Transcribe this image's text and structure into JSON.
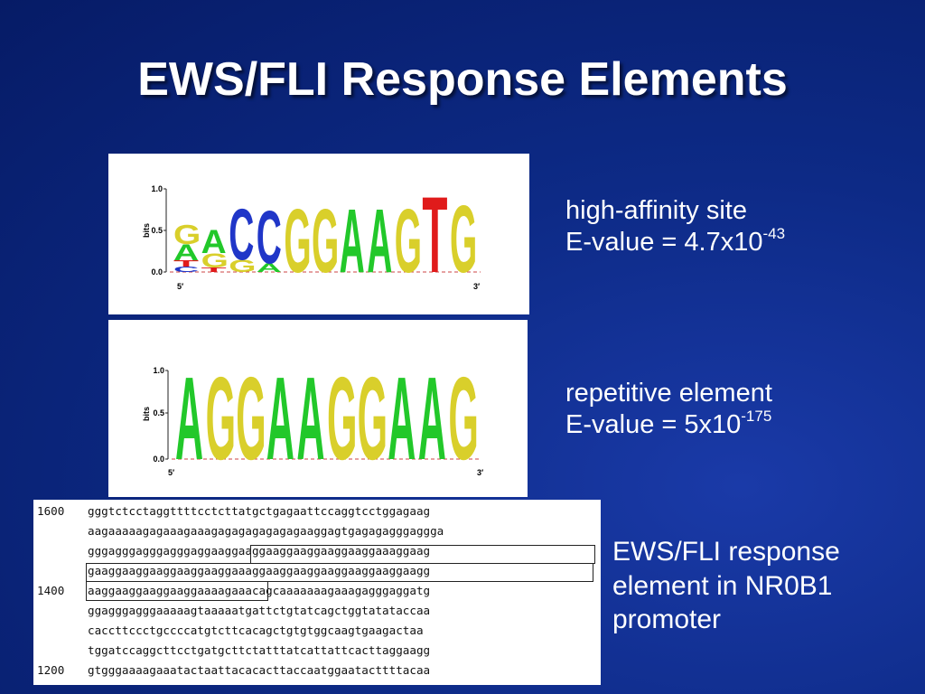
{
  "slide": {
    "title": "EWS/FLI Response Elements"
  },
  "logo1": {
    "yaxis_label": "bits",
    "ticks": [
      "1.0",
      "0.5",
      "0.0"
    ],
    "five_prime": "5′",
    "three_prime": "3′",
    "positions": [
      [
        "G",
        "A",
        "T",
        "C"
      ],
      [
        "A",
        "G",
        "T"
      ],
      [
        "C",
        "G"
      ],
      [
        "C",
        "A"
      ],
      [
        "G"
      ],
      [
        "G"
      ],
      [
        "A"
      ],
      [
        "A"
      ],
      [
        "G"
      ],
      [
        "T"
      ],
      [
        "G"
      ]
    ]
  },
  "logo2": {
    "yaxis_label": "bits",
    "ticks": [
      "1.0",
      "0.5",
      "0.0"
    ],
    "five_prime": "5′",
    "three_prime": "3′",
    "positions": [
      "A",
      "G",
      "G",
      "A",
      "A",
      "G",
      "G",
      "A",
      "A",
      "G"
    ]
  },
  "captions": {
    "c1_line1": "high-affinity site",
    "c1_line2": "E-value = 4.7x10",
    "c1_exp": "-43",
    "c2_line1": "repetitive element",
    "c2_line2": "E-value = 5x10",
    "c2_exp": "-175",
    "c3_line1": "EWS/FLI response",
    "c3_line2": "element in NR0B1",
    "c3_line3": "promoter"
  },
  "sequence": {
    "rows": [
      {
        "num": "1600",
        "seq": "gggtctcctaggttttcctcttatgctgagaattccaggtcctggagaag"
      },
      {
        "num": "",
        "seq": "aagaaaaagagaaagaaagagagagagagagaaggagtgagagagggaggga"
      },
      {
        "num": "",
        "seq": "gggagggagggagggaggaaggaaggaaggaaggaaggaaggaaaggaag"
      },
      {
        "num": "",
        "seq": "gaaggaaggaaggaaggaaggaaaggaaggaaggaaggaaggaaggaagg"
      },
      {
        "num": "1400",
        "seq": "aaggaaggaaggaaggaaaagaaacagcaaaaaaagaaagagggaggatg"
      },
      {
        "num": "",
        "seq": "ggagggagggaaaaagtaaaaatgattctgtatcagctggtatataccaa"
      },
      {
        "num": "",
        "seq": "caccttccctgccccatgtcttcacagctgtgtggcaagtgaagactaa"
      },
      {
        "num": "",
        "seq": "tggatccaggcttcctgatgcttctatttatcattattcacttaggaagg"
      },
      {
        "num": "1200",
        "seq": "gtgggaaaagaaatactaattacacacttaccaatggaatacttttacaa"
      }
    ]
  },
  "colors": {
    "A": "#22c82a",
    "G": "#d9cf2b",
    "C": "#2036c8",
    "T": "#e01b1b"
  }
}
